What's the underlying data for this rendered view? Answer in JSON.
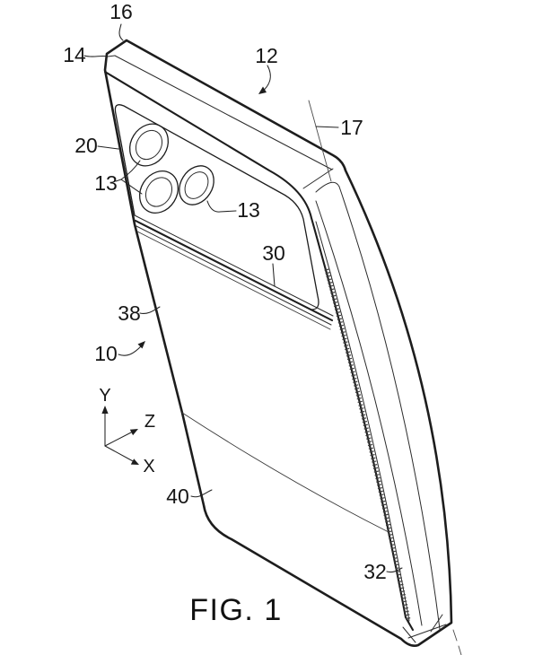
{
  "figure": {
    "caption": "FIG. 1"
  },
  "reference_numerals": {
    "n16": "16",
    "n14": "14",
    "n12": "12",
    "n17": "17",
    "n20": "20",
    "n13_upper": "13",
    "n13_lower": "13",
    "n30": "30",
    "n38": "38",
    "n10": "10",
    "n40": "40",
    "n32": "32"
  },
  "axes": {
    "x": "X",
    "y": "Y",
    "z": "Z"
  },
  "colors": {
    "line": "#1d1d1d",
    "background": "#ffffff"
  }
}
